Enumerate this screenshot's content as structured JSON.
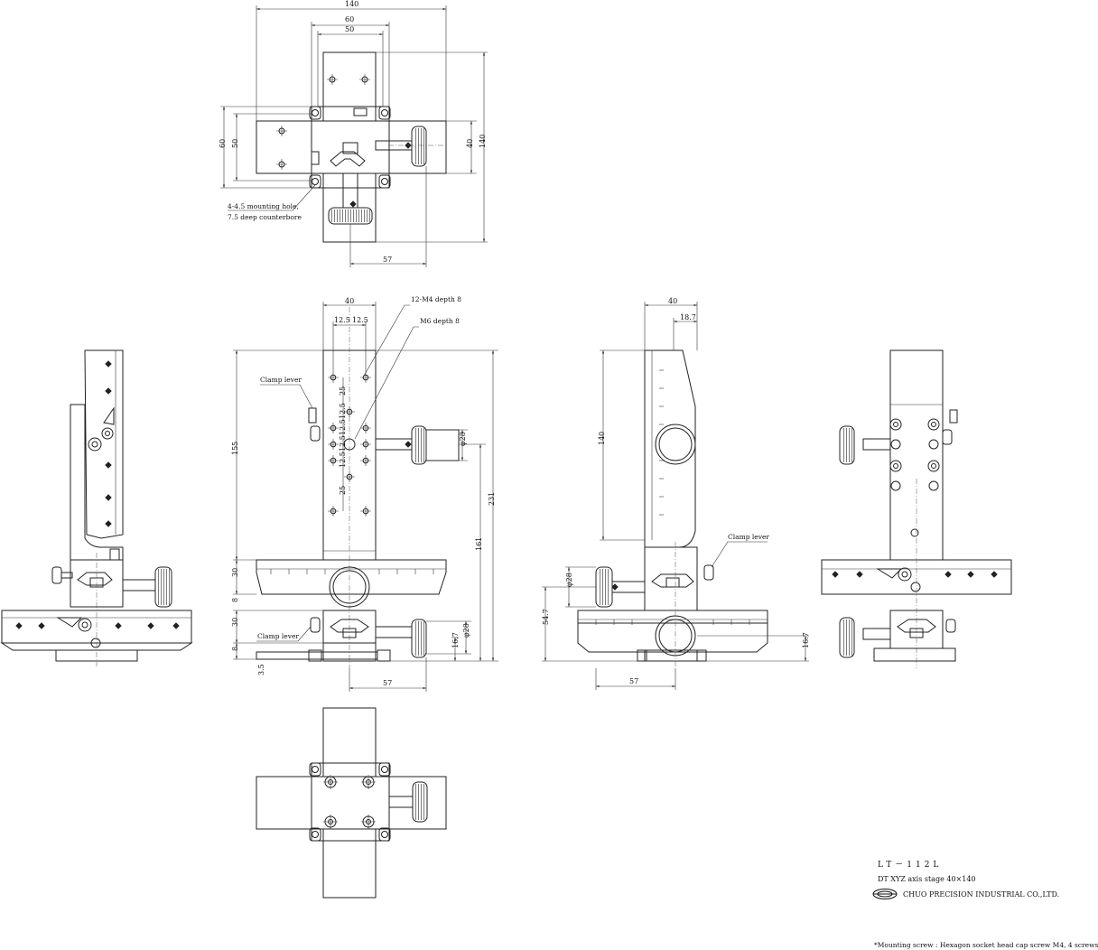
{
  "drawing": {
    "top_view": {
      "dims": {
        "w140": "140",
        "w60": "60",
        "w50": "50",
        "h60": "60",
        "h50": "50",
        "h40": "40",
        "h140": "140",
        "w57": "57"
      },
      "note_line1": "4-4.5 mounting hole,",
      "note_line2": "7.5 deep counterbore"
    },
    "front_view": {
      "dims": {
        "w40": "40",
        "p12_5a": "12.5",
        "p12_5b": "12.5",
        "v25a": "25",
        "v12_5a": "12.5",
        "v12_5b": "12.5",
        "v12_5c": "12.5",
        "v12_5d": "12.5",
        "v25b": "25",
        "h155": "155",
        "h30a": "30",
        "h8a": "8",
        "h30b": "30",
        "h8b": "8",
        "h3_5": "3.5",
        "d28a": "φ28",
        "d28b": "φ28",
        "h16_7": "16.7",
        "h161": "161",
        "h231": "231",
        "w57": "57"
      },
      "callout_m4": "12-M4 depth 8",
      "callout_m6": "M6 depth 8",
      "clamp_lever_1": "Clamp lever",
      "clamp_lever_2": "Clamp lever"
    },
    "right_view": {
      "dims": {
        "w40": "40",
        "w18_7": "18.7",
        "h140": "140",
        "d28": "φ28",
        "h54_7": "54.7",
        "h16_7": "16.7",
        "w57": "57"
      },
      "clamp_lever": "Clamp lever"
    }
  },
  "title_block": {
    "model": "LT－112L",
    "description": "DT XYZ axis stage 40×140",
    "company": "CHUO PRECISION INDUSTRIAL CO.,LTD."
  },
  "footnote": "*Mounting screw : Hexagon socket head cap screw M4, 4 screws"
}
